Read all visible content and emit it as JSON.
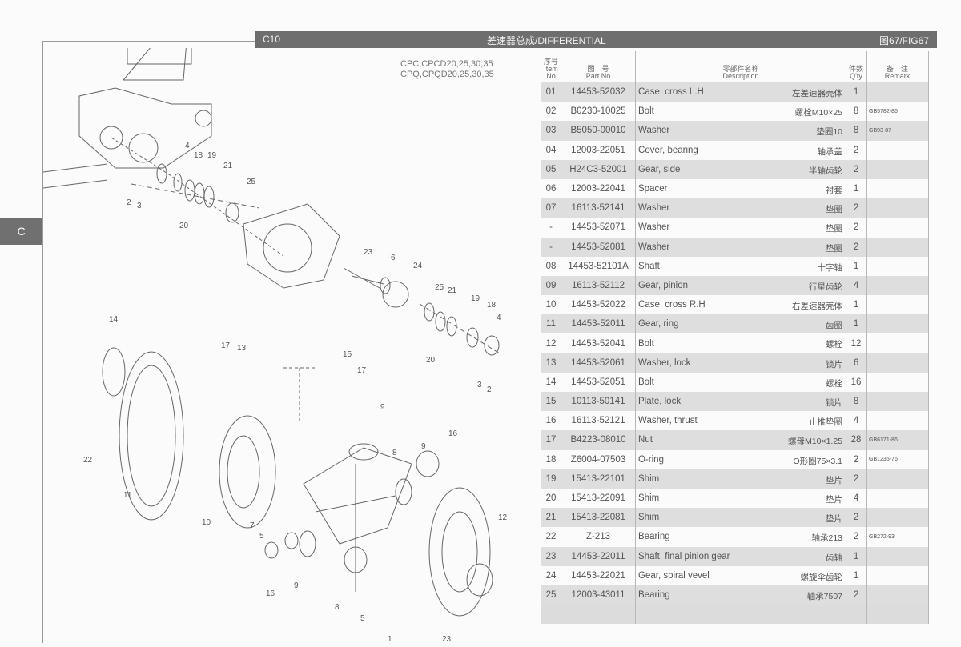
{
  "section_tab": "C",
  "title": {
    "code": "C10",
    "name": "差速器总成/DIFFERENTIAL",
    "figure": "图67/FIG67"
  },
  "models": [
    "CPC,CPCD20,25,30,35",
    "CPQ,CPQD20,25,30,35"
  ],
  "table": {
    "headers": {
      "item": [
        "序号",
        "Item",
        "No"
      ],
      "part": [
        "图　号",
        "Part No"
      ],
      "desc": [
        "零部件名称",
        "Description"
      ],
      "qty": [
        "件数",
        "Q'ty"
      ],
      "remark": [
        "备　注",
        "Remark"
      ]
    },
    "rows": [
      {
        "item": "01",
        "part": "14453-52032",
        "desc": "Case, cross L.H",
        "cn": "左差速器壳体",
        "qty": "1",
        "remark": ""
      },
      {
        "item": "02",
        "part": "B0230-10025",
        "desc": "Bolt",
        "cn": "螺栓M10×25",
        "qty": "8",
        "remark": "GB5782-86"
      },
      {
        "item": "03",
        "part": "B5050-00010",
        "desc": "Washer",
        "cn": "垫圈10",
        "qty": "8",
        "remark": "GB93-87"
      },
      {
        "item": "04",
        "part": "12003-22051",
        "desc": "Cover, bearing",
        "cn": "轴承盖",
        "qty": "2",
        "remark": ""
      },
      {
        "item": "05",
        "part": "H24C3-52001",
        "desc": "Gear, side",
        "cn": "半轴齿轮",
        "qty": "2",
        "remark": ""
      },
      {
        "item": "06",
        "part": "12003-22041",
        "desc": "Spacer",
        "cn": "衬套",
        "qty": "1",
        "remark": ""
      },
      {
        "item": "07",
        "part": "16113-52141",
        "desc": "Washer",
        "cn": "垫圈",
        "qty": "2",
        "remark": ""
      },
      {
        "item": "-",
        "part": "14453-52071",
        "desc": "Washer",
        "cn": "垫圈",
        "qty": "2",
        "remark": ""
      },
      {
        "item": "-",
        "part": "14453-52081",
        "desc": "Washer",
        "cn": "垫圈",
        "qty": "2",
        "remark": ""
      },
      {
        "item": "08",
        "part": "14453-52101A",
        "desc": "Shaft",
        "cn": "十字轴",
        "qty": "1",
        "remark": ""
      },
      {
        "item": "09",
        "part": "16113-52112",
        "desc": "Gear, pinion",
        "cn": "行星齿轮",
        "qty": "4",
        "remark": ""
      },
      {
        "item": "10",
        "part": "14453-52022",
        "desc": "Case, cross R.H",
        "cn": "右差速器壳体",
        "qty": "1",
        "remark": ""
      },
      {
        "item": "11",
        "part": "14453-52011",
        "desc": "Gear, ring",
        "cn": "齿圈",
        "qty": "1",
        "remark": ""
      },
      {
        "item": "12",
        "part": "14453-52041",
        "desc": "Bolt",
        "cn": "螺栓",
        "qty": "12",
        "remark": ""
      },
      {
        "item": "13",
        "part": "14453-52061",
        "desc": "Washer, lock",
        "cn": "锁片",
        "qty": "6",
        "remark": ""
      },
      {
        "item": "14",
        "part": "14453-52051",
        "desc": "Bolt",
        "cn": "螺栓",
        "qty": "16",
        "remark": ""
      },
      {
        "item": "15",
        "part": "10113-50141",
        "desc": "Plate, lock",
        "cn": "锁片",
        "qty": "8",
        "remark": ""
      },
      {
        "item": "16",
        "part": "16113-52121",
        "desc": "Washer, thrust",
        "cn": "止推垫圈",
        "qty": "4",
        "remark": ""
      },
      {
        "item": "17",
        "part": "B4223-08010",
        "desc": "Nut",
        "cn": "螺母M10×1.25",
        "qty": "28",
        "remark": "GB6171-86"
      },
      {
        "item": "18",
        "part": "Z6004-07503",
        "desc": "O-ring",
        "cn": "O形圈75×3.1",
        "qty": "2",
        "remark": "GB1235-76"
      },
      {
        "item": "19",
        "part": "15413-22101",
        "desc": "Shim",
        "cn": "垫片",
        "qty": "2",
        "remark": ""
      },
      {
        "item": "20",
        "part": "15413-22091",
        "desc": "Shim",
        "cn": "垫片",
        "qty": "4",
        "remark": ""
      },
      {
        "item": "21",
        "part": "15413-22081",
        "desc": "Shim",
        "cn": "垫片",
        "qty": "2",
        "remark": ""
      },
      {
        "item": "22",
        "part": "Z-213",
        "desc": "Bearing",
        "cn": "轴承213",
        "qty": "2",
        "remark": "GB272-93"
      },
      {
        "item": "23",
        "part": "14453-22011",
        "desc": "Shaft, final pinion gear",
        "cn": "齿轴",
        "qty": "1",
        "remark": ""
      },
      {
        "item": "24",
        "part": "14453-22021",
        "desc": "Gear, spiral vevel",
        "cn": "螺旋伞齿轮",
        "qty": "1",
        "remark": ""
      },
      {
        "item": "25",
        "part": "12003-43011",
        "desc": "Bearing",
        "cn": "轴承7507",
        "qty": "2",
        "remark": ""
      }
    ]
  },
  "callouts": [
    "4",
    "18",
    "19",
    "21",
    "25",
    "2",
    "3",
    "20",
    "23",
    "6",
    "24",
    "25",
    "21",
    "19",
    "18",
    "4",
    "14",
    "17",
    "13",
    "15",
    "17",
    "20",
    "3",
    "2",
    "22",
    "11",
    "9",
    "9",
    "16",
    "8",
    "10",
    "7",
    "5",
    "12",
    "16",
    "9",
    "8",
    "5",
    "1",
    "23"
  ]
}
